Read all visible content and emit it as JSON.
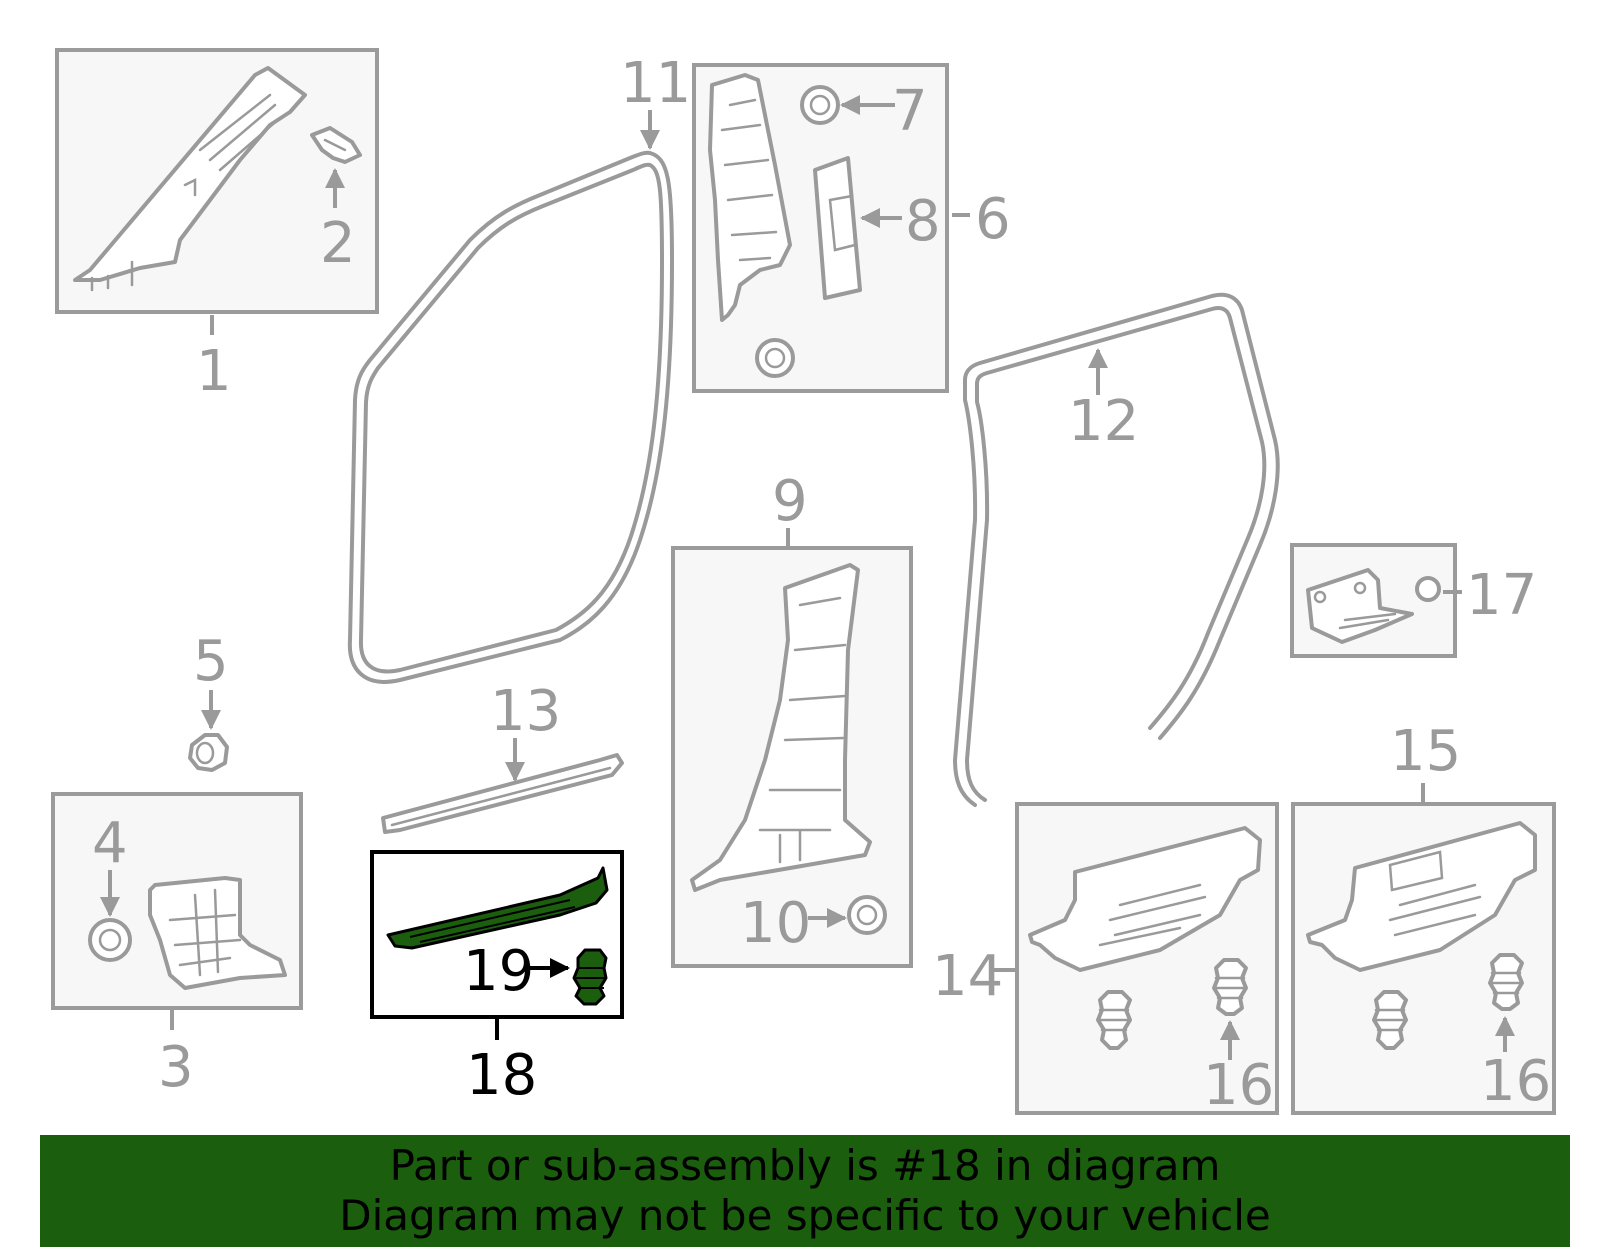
{
  "callouts": {
    "c1": "1",
    "c2": "2",
    "c3": "3",
    "c4": "4",
    "c5": "5",
    "c6": "6",
    "c7": "7",
    "c8": "8",
    "c9": "9",
    "c10": "10",
    "c11": "11",
    "c12": "12",
    "c13": "13",
    "c14": "14",
    "c15": "15",
    "c16a": "16",
    "c16b": "16",
    "c17": "17",
    "c18": "18",
    "c19": "19"
  },
  "banner": {
    "line1": "Part or sub-assembly is #18 in diagram",
    "line2": "Diagram may not be specific to your vehicle"
  },
  "colors": {
    "highlight": "#1a5e0e",
    "line_gray": "#9a9a9a",
    "box_fill": "#f7f7f7"
  }
}
